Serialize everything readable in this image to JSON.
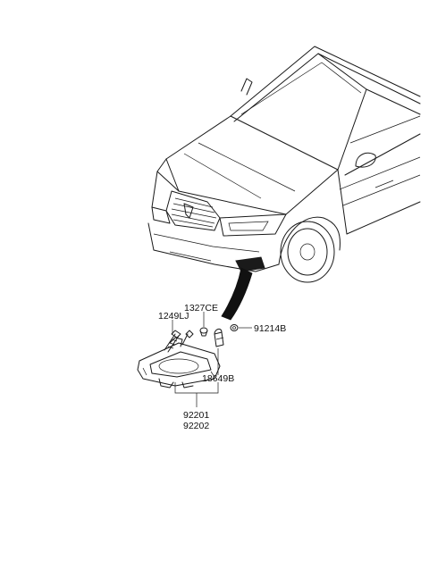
{
  "parts": {
    "clip": "1327CE",
    "bolt": "1249LJ",
    "grommet": "91214B",
    "bulb": "18649B",
    "lamp_lh": "92201",
    "lamp_rh": "92202"
  },
  "colors": {
    "line": "#1a1a1a",
    "background": "#ffffff"
  }
}
